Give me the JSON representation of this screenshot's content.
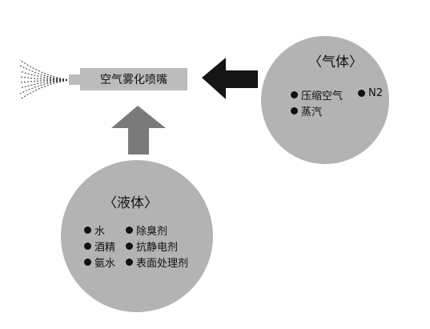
{
  "nozzle": {
    "label": "空气雾化喷嘴"
  },
  "gas": {
    "title": "〈气体〉",
    "items": [
      {
        "label": "压缩空气"
      },
      {
        "label": "N2"
      },
      {
        "label": "蒸汽"
      }
    ]
  },
  "liquid": {
    "title": "〈液体〉",
    "items": [
      {
        "label": "水"
      },
      {
        "label": "除臭剂"
      },
      {
        "label": "酒精"
      },
      {
        "label": "抗静电剂"
      },
      {
        "label": "氨水"
      },
      {
        "label": "表面处理剂"
      }
    ]
  },
  "colors": {
    "circle": "#b3b3b3",
    "nozzle_body": "#bcbcbc",
    "arrow_from_gas": "#151515",
    "arrow_from_liquid": "#7a7a7a",
    "text": "#111111"
  }
}
